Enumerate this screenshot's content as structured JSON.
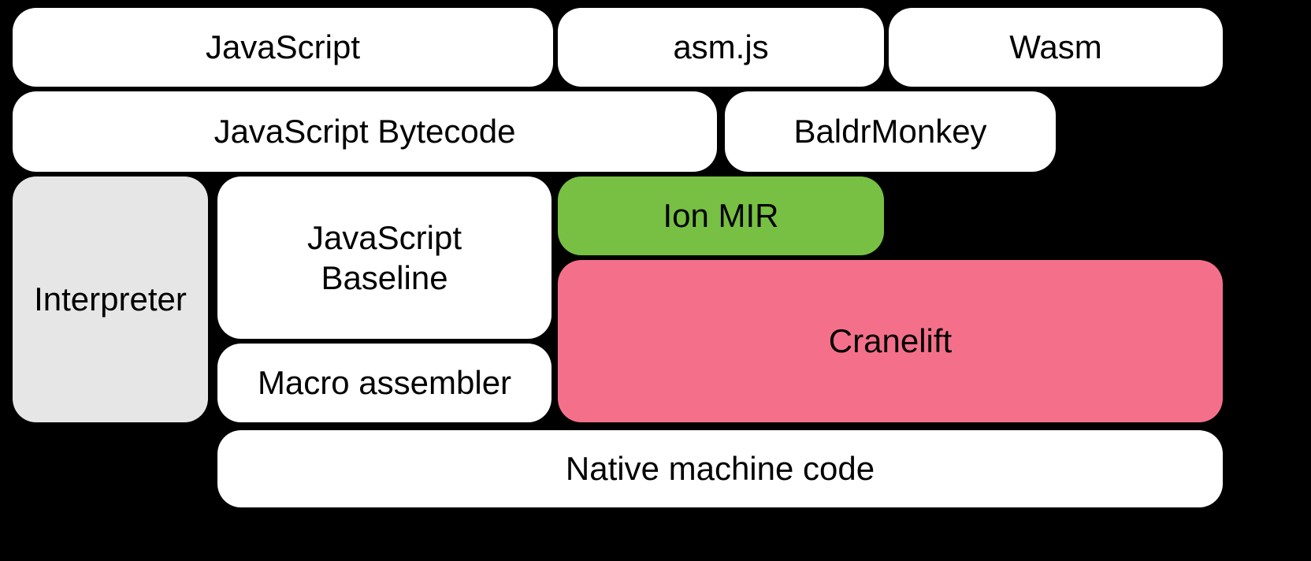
{
  "diagram": {
    "background_color": "#000000",
    "text_color": "#000000",
    "default_node_color": "#ffffff",
    "nodes": {
      "javascript": {
        "label": "JavaScript",
        "color": "#ffffff"
      },
      "asmjs": {
        "label": "asm.js",
        "color": "#ffffff"
      },
      "wasm": {
        "label": "Wasm",
        "color": "#ffffff"
      },
      "javascript_bytecode": {
        "label": "JavaScript Bytecode",
        "color": "#ffffff"
      },
      "baldrmonkey": {
        "label": "BaldrMonkey",
        "color": "#ffffff"
      },
      "interpreter": {
        "label": "Interpreter",
        "color": "#e6e6e6"
      },
      "javascript_baseline": {
        "label": "JavaScript Baseline",
        "color": "#ffffff"
      },
      "ion_mir": {
        "label": "Ion MIR",
        "color": "#77c043"
      },
      "cranelift": {
        "label": "Cranelift",
        "color": "#f4708a"
      },
      "macro_assembler": {
        "label": "Macro assembler",
        "color": "#ffffff"
      },
      "native_machine_code": {
        "label": "Native machine code",
        "color": "#ffffff"
      }
    }
  }
}
